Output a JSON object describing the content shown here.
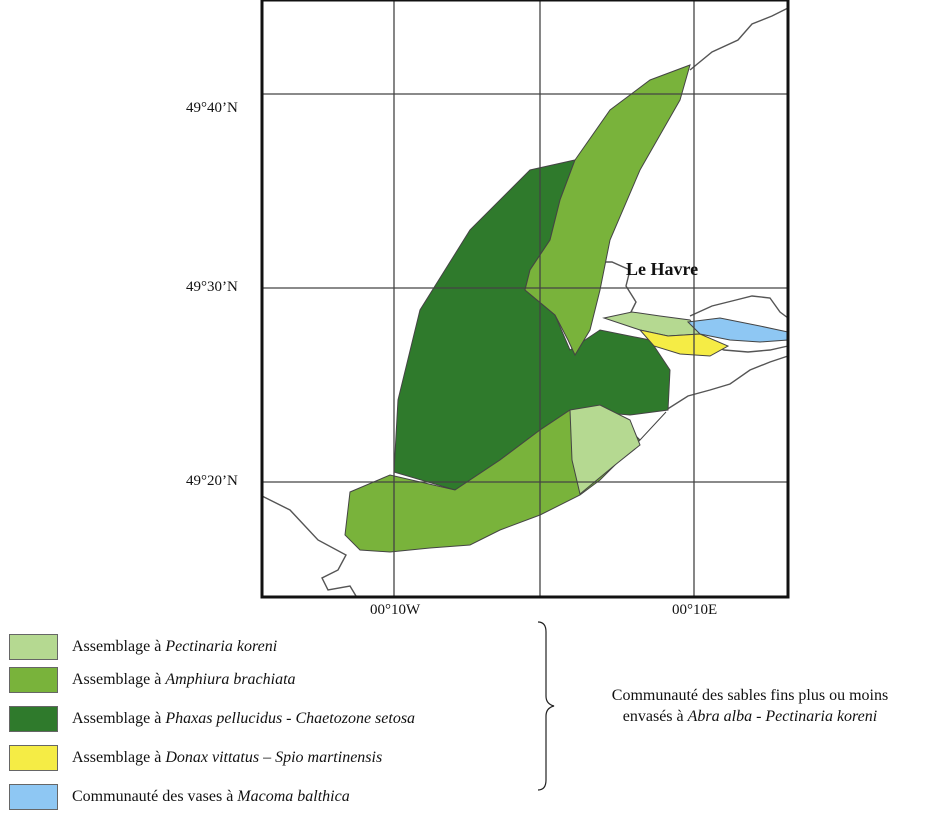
{
  "map": {
    "city": "Le Havre",
    "latitude_labels": [
      "49°40’N",
      "49°30’N",
      "49°20’N"
    ],
    "longitude_labels": [
      "00°10W",
      "00°10E"
    ]
  },
  "colors": {
    "pectinaria": "#b5d991",
    "amphiura": "#79b33b",
    "phaxas": "#2f7a2c",
    "donax": "#f5ec45",
    "macoma": "#8ec7f3"
  },
  "legend": {
    "items": [
      {
        "prefix": "Assemblage  à ",
        "species": "Pectinaria koreni",
        "color": "#b5d991"
      },
      {
        "prefix": "Assemblage à ",
        "species": "Amphiura brachiata",
        "color": "#79b33b"
      },
      {
        "prefix": "Assemblage à ",
        "species": "Phaxas pellucidus - Chaetozone setosa",
        "color": "#2f7a2c"
      },
      {
        "prefix": "Assemblage à ",
        "species": "Donax vittatus – Spio martinensis",
        "color": "#f5ec45"
      },
      {
        "prefix": "Communauté des vases à  ",
        "species": "Macoma balthica",
        "color": "#8ec7f3"
      }
    ],
    "brace_line1": "Communauté des sables fins plus ou moins",
    "brace_line2_prefix": "envasés à ",
    "brace_line2_species": "Abra alba - Pectinaria koreni"
  }
}
